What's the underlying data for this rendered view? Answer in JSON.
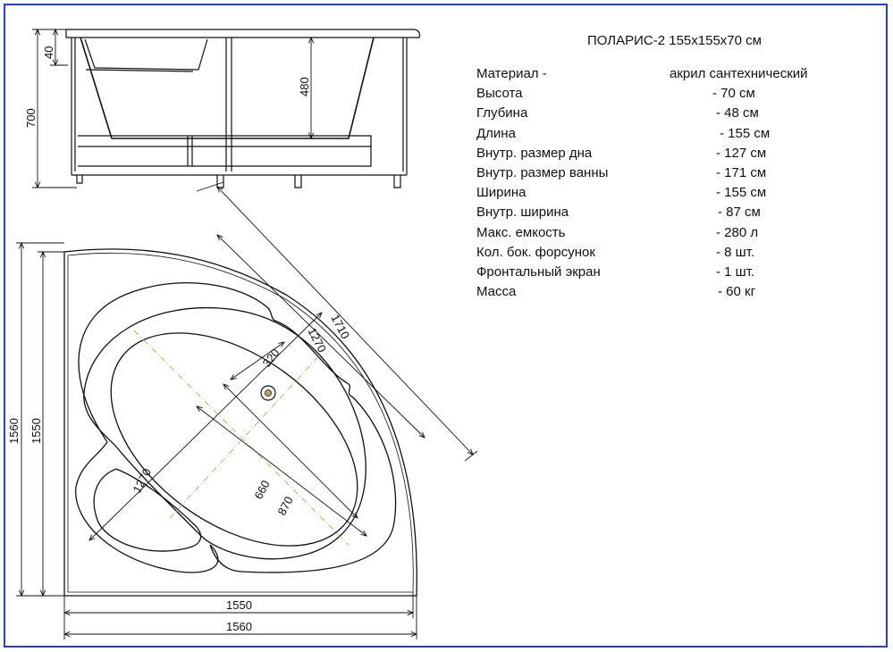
{
  "title": "ПОЛАРИС-2 155х155х70 см",
  "specs": [
    {
      "label": "Материал -",
      "value": "акрил сантехнический"
    },
    {
      "label": "Высота",
      "value": "- 70 см"
    },
    {
      "label": "Глубина",
      "value": "- 48 см"
    },
    {
      "label": "Длина",
      "value": "- 155 см"
    },
    {
      "label": "Внутр. размер дна",
      "value": "- 127 см"
    },
    {
      "label": "Внутр. размер ванны",
      "value": "- 171 см"
    },
    {
      "label": "Ширина",
      "value": "- 155 см"
    },
    {
      "label": "Внутр. ширина",
      "value": "- 87 см"
    },
    {
      "label": "Макс. емкость",
      "value": "- 280 л"
    },
    {
      "label": "Кол. бок. форсунок",
      "value": "- 8 шт."
    },
    {
      "label": "Фронтальный экран",
      "value": "- 1 шт."
    },
    {
      "label": "Масса",
      "value": "- 60 кг"
    }
  ],
  "dimensions": {
    "side_rim": "40",
    "side_height": "700",
    "side_depth": "480",
    "total_diagonal": "1710",
    "inner_diagonal": "1270",
    "drain_offset": "320",
    "floor_length": "1270",
    "inner_width": "660",
    "outer_inner_width": "870",
    "side_outer": "1560",
    "side_inner": "1550",
    "bottom_inner": "1550",
    "bottom_outer": "1560"
  },
  "colors": {
    "frame": "#2b3fd0",
    "line": "#111111",
    "axis": "#c8a15a"
  }
}
